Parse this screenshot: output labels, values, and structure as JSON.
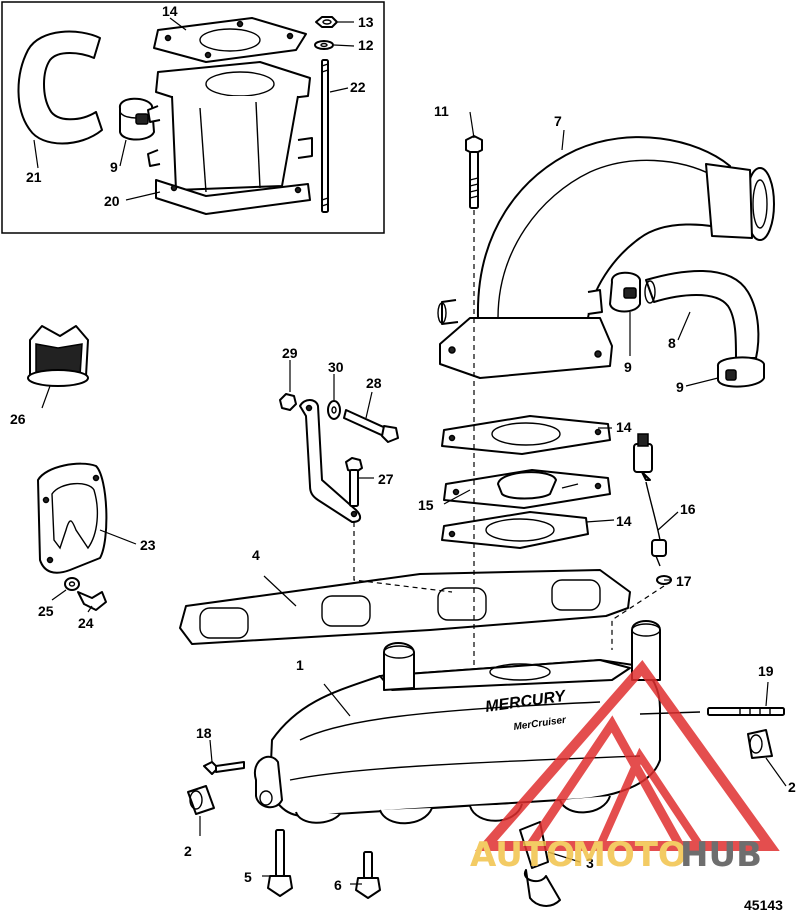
{
  "figure_number": "45143",
  "callouts": {
    "c1": "1",
    "c2a": "2",
    "c2b": "2",
    "c3": "3",
    "c4": "4",
    "c5": "5",
    "c6": "6",
    "c7": "7",
    "c8": "8",
    "c9a": "9",
    "c9b": "9",
    "c9c": "9",
    "c11": "11",
    "c12": "12",
    "c13": "13",
    "c14a": "14",
    "c14b": "14",
    "c14c": "14",
    "c15": "15",
    "c16": "16",
    "c17": "17",
    "c18": "18",
    "c19": "19",
    "c20": "20",
    "c21": "21",
    "c22": "22",
    "c23": "23",
    "c24": "24",
    "c25": "25",
    "c26": "26",
    "c27": "27",
    "c28": "28",
    "c29": "29",
    "c30": "30"
  },
  "manifold_brand": {
    "line1": "MERCURY",
    "line2": "MerCruiser"
  },
  "watermark": {
    "auto": "AUTO",
    "moto": "MOTO",
    "hub": "HUB",
    "auto_color": "#f2c24a",
    "moto_color": "#f2c24a",
    "hub_color": "#555555",
    "triangle_color": "#e03030"
  }
}
